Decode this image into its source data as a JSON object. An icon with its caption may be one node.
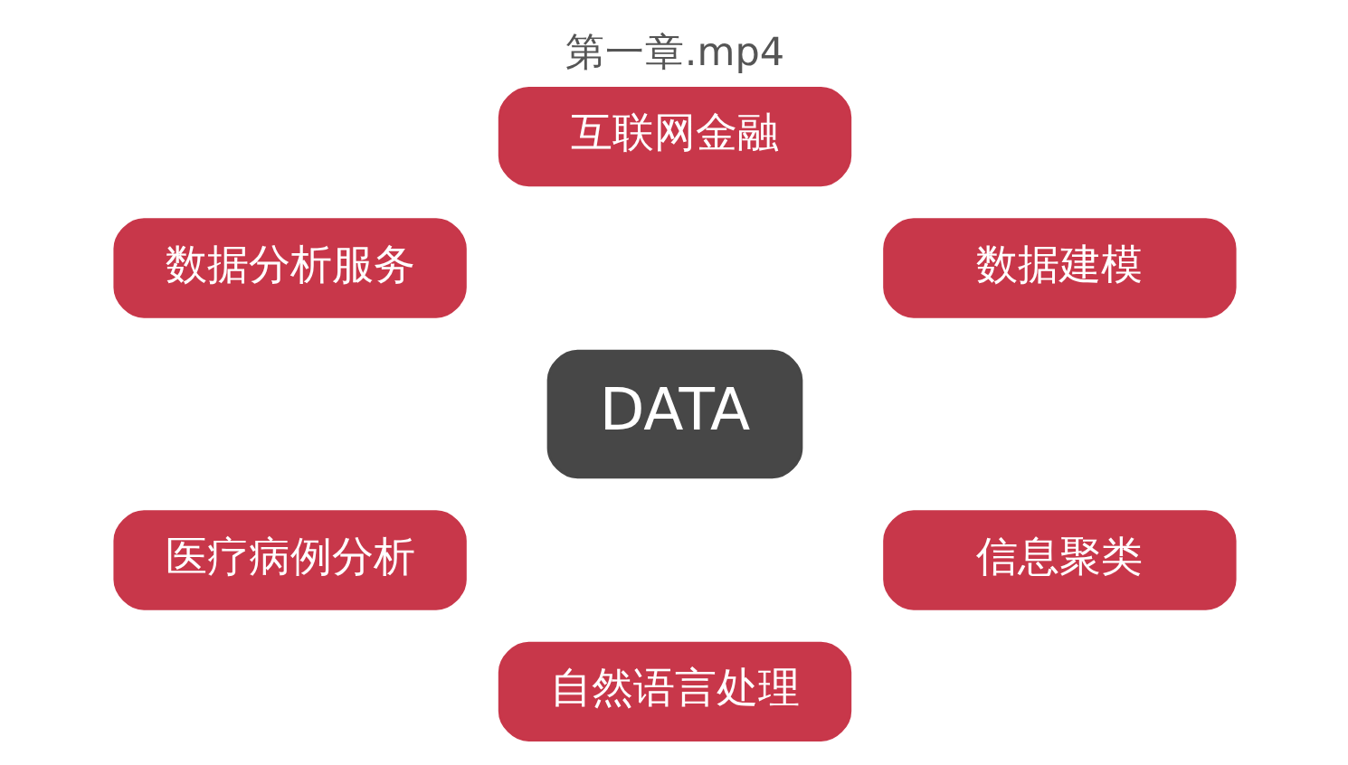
{
  "diagram": {
    "title": "第一章.mp4",
    "nodes": [
      {
        "text": [
          "互联网金融"
        ]
      },
      {
        "text": [
          "数据分析服务"
        ]
      },
      {
        "text": [
          "数据建模"
        ]
      },
      {
        "text": [
          "DATA"
        ]
      },
      {
        "text": [
          "医疗病例分析"
        ]
      },
      {
        "text": [
          "信息聚类"
        ]
      },
      {
        "text": [
          "自然语言处理"
        ]
      }
    ]
  }
}
